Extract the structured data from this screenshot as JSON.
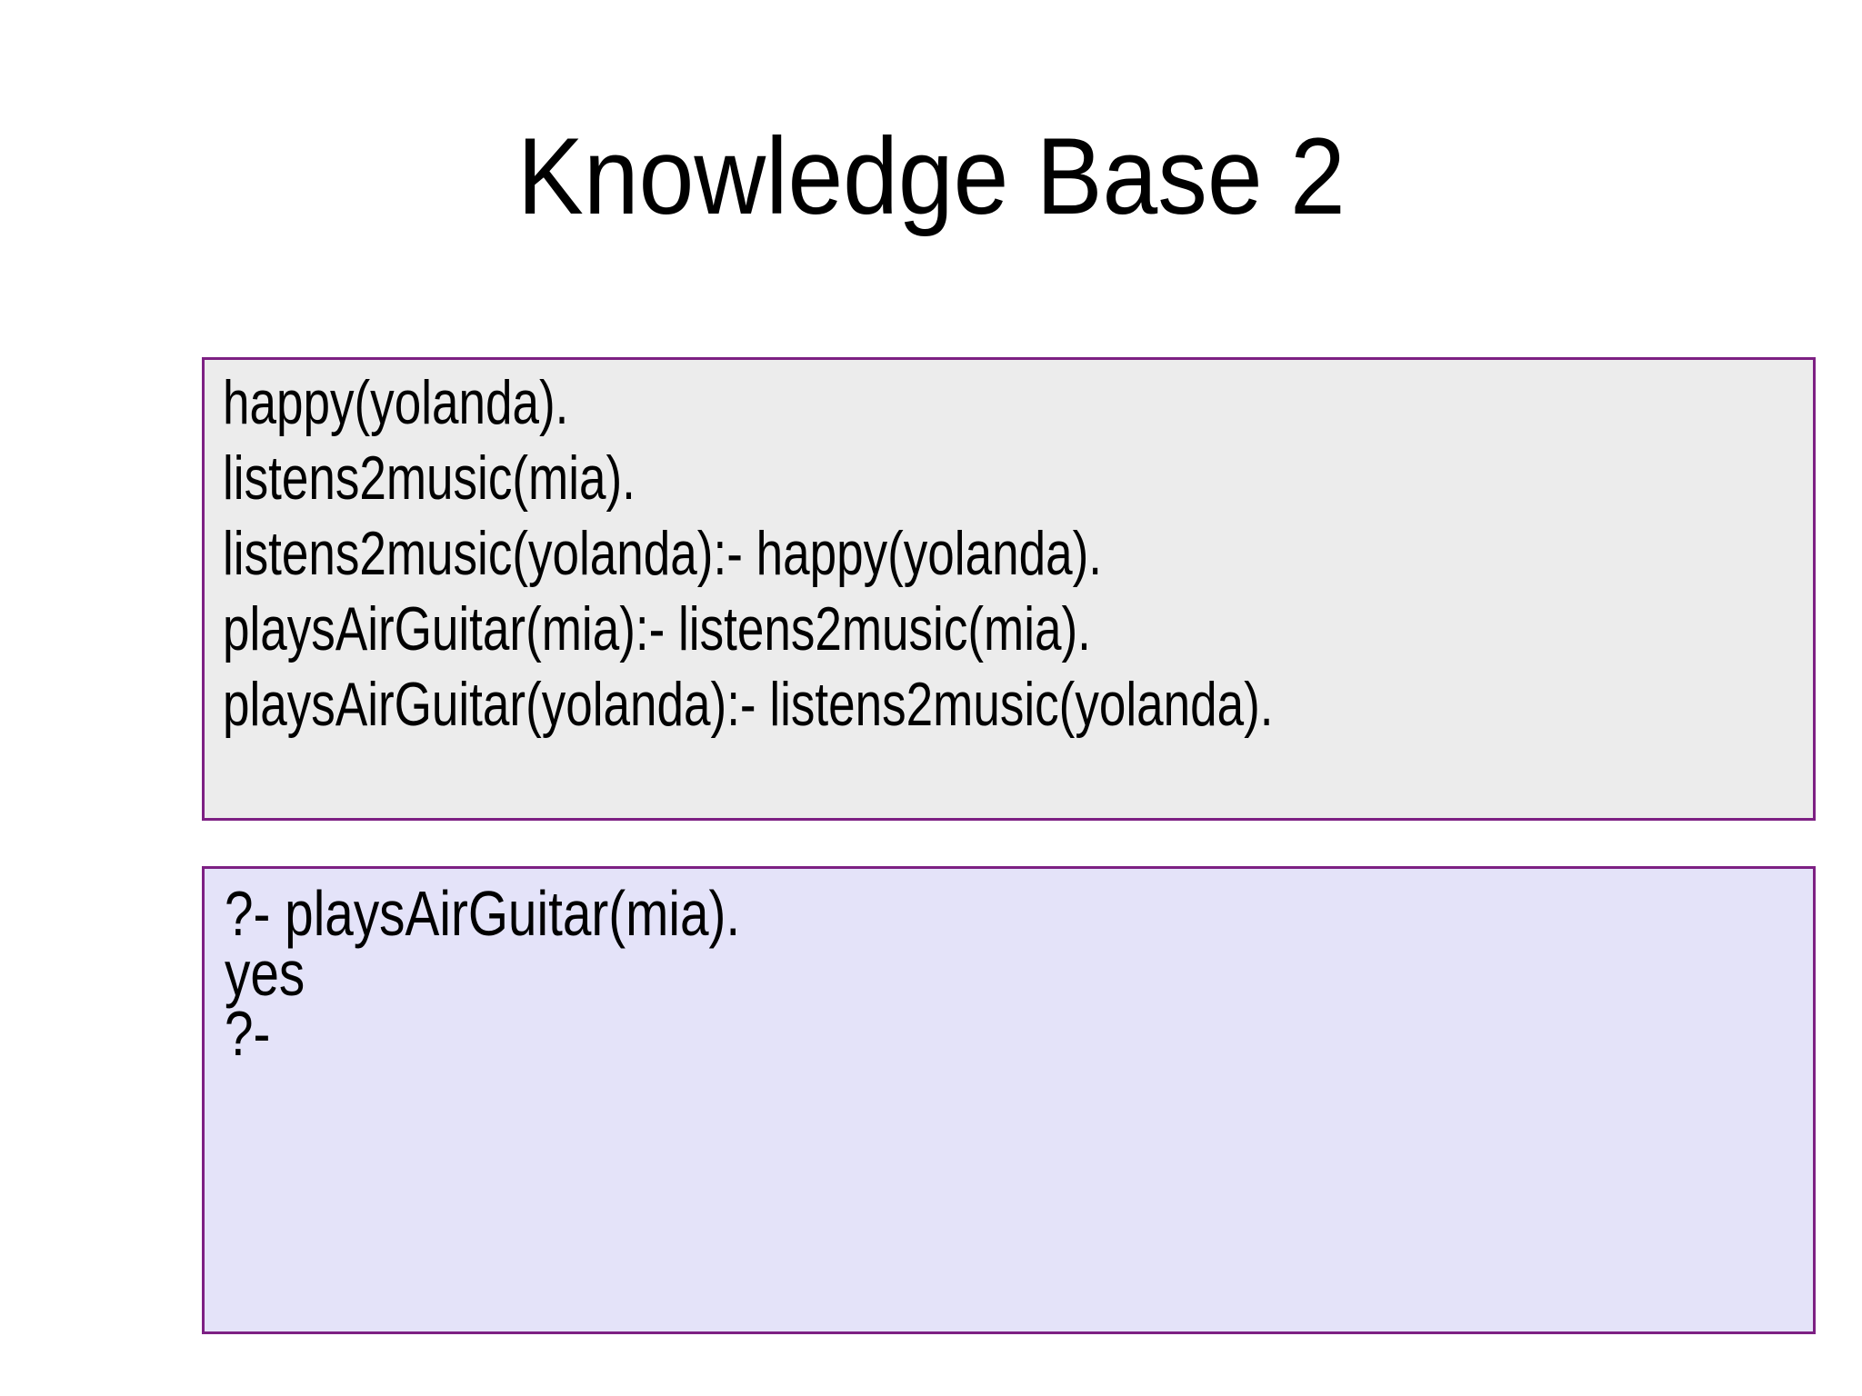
{
  "slide": {
    "title": "Knowledge Base 2",
    "kb_box": {
      "lines": [
        "happy(yolanda).",
        "listens2music(mia).",
        "listens2music(yolanda):- happy(yolanda).",
        "playsAirGuitar(mia):- listens2music(mia).",
        "playsAirGuitar(yolanda):- listens2music(yolanda)."
      ]
    },
    "query_box": {
      "lines": [
        "?- playsAirGuitar(mia).",
        "yes",
        "?-"
      ]
    },
    "colors": {
      "slide_background": "#ffffff",
      "text": "#000000",
      "box_border": "#7d2083",
      "kb_box_background": "#ececec",
      "query_box_background": "#e4e3f9"
    }
  }
}
